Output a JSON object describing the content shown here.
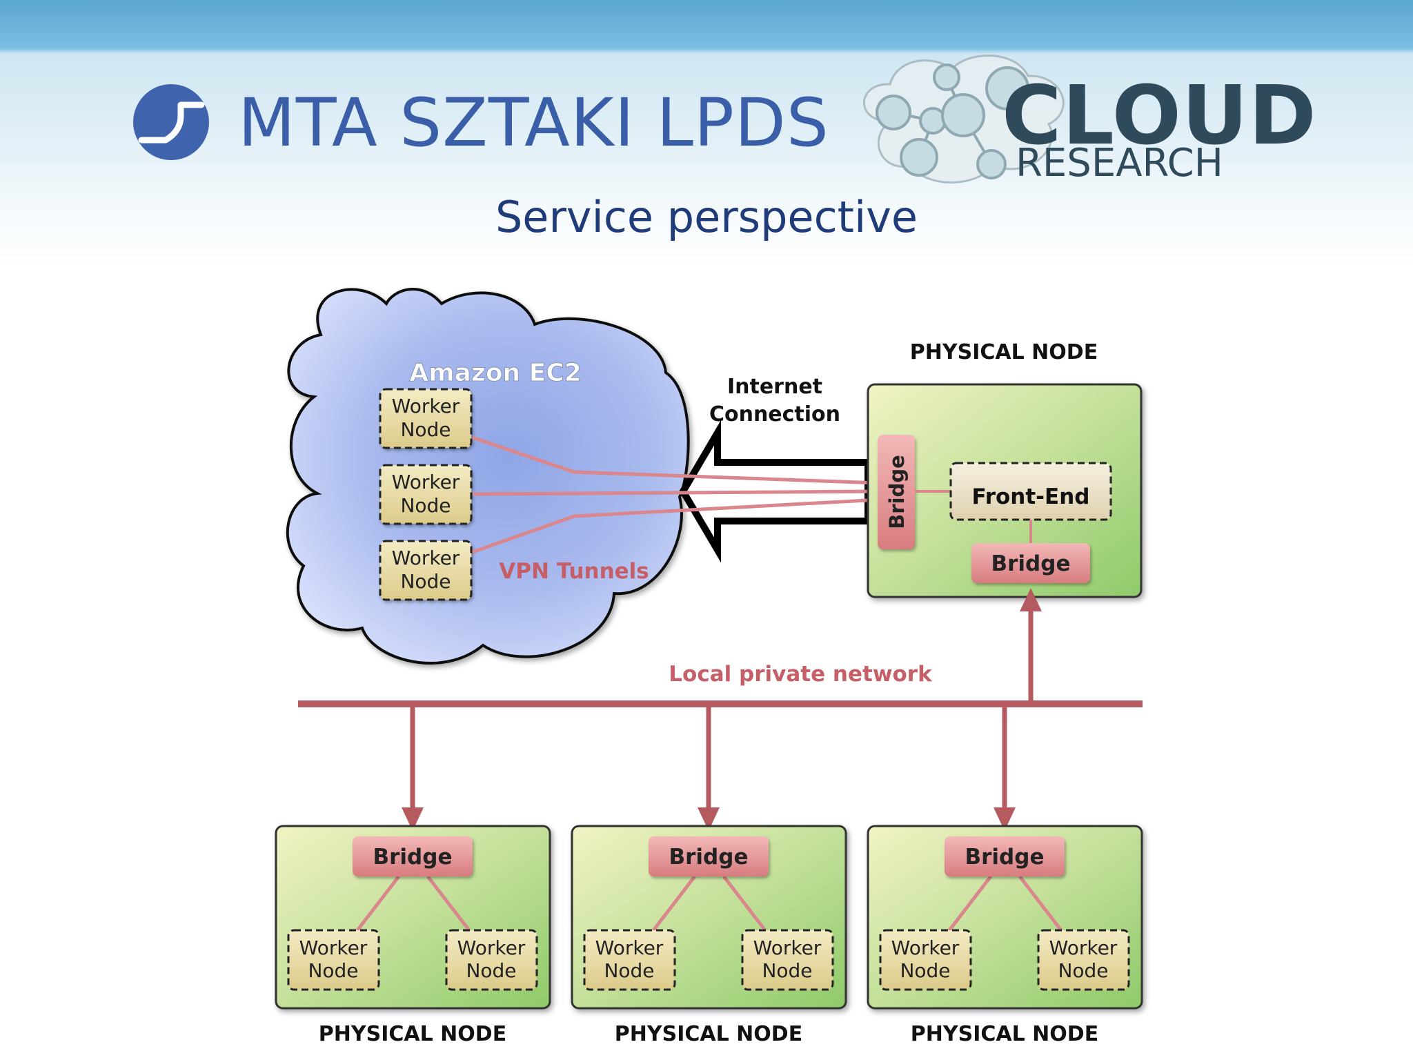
{
  "header": {
    "brand_left": "MTA SZTAKI LPDS",
    "brand_right_top": "CLOUD",
    "brand_right_bottom": "RESEARCH"
  },
  "slide": {
    "title": "Service perspective"
  },
  "diagram": {
    "cloud_label": "Amazon EC2",
    "worker_line1": "Worker",
    "worker_line2": "Node",
    "vpn_label": "VPN Tunnels",
    "internet_line1": "Internet",
    "internet_line2": "Connection",
    "physical_node_label": "PHYSICAL NODE",
    "bridge_label": "Bridge",
    "frontend_label": "Front-End",
    "network_label": "Local private network"
  },
  "colors": {
    "title": "#1f3b7a",
    "brand_blue": "#3a5fa8",
    "node_green": "#a6d27a",
    "bridge_red": "#d9777a",
    "link_red": "#b55a5f",
    "worker_tan": "#e4d79e"
  }
}
